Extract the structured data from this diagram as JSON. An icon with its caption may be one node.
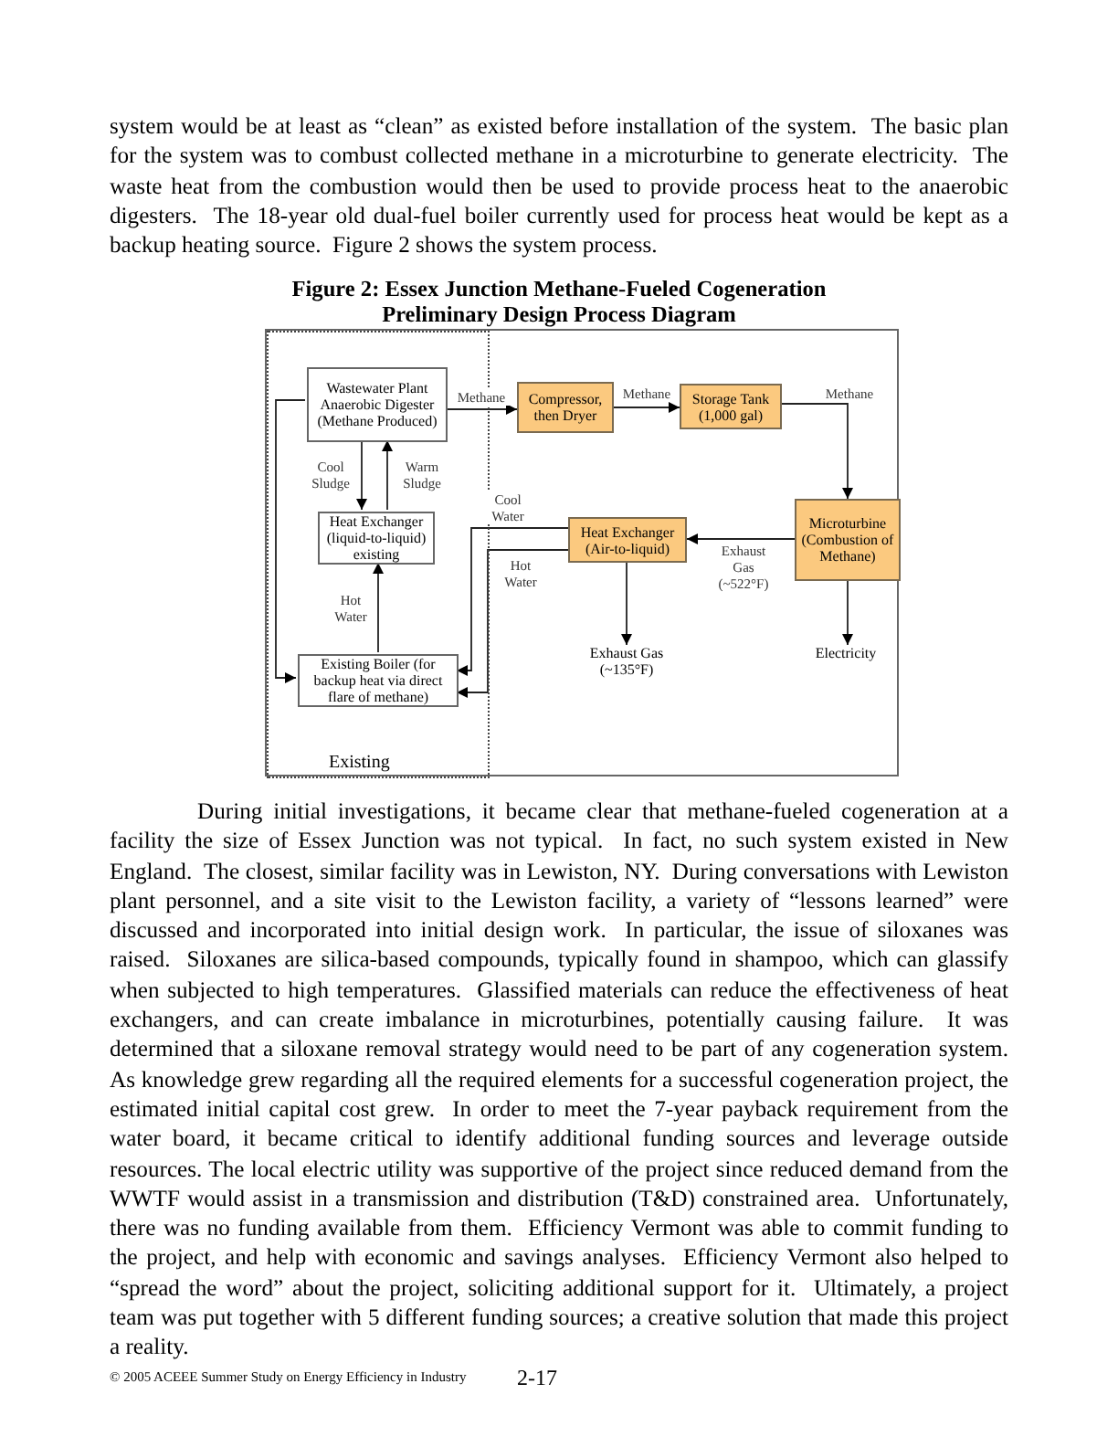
{
  "diagram": {
    "title": "Figure 2: Essex Junction Methane-Fueled Cogeneration Preliminary Design Process Diagram",
    "nodes": [
      {
        "text": [
          "Existing"
        ]
      },
      {
        "text": [
          "Wastewater Plant Anaerobic Digester (Methane Produced)"
        ],
        "in": 0
      },
      {
        "text": [
          "Compressor, then Dryer"
        ]
      },
      {
        "text": [
          "Storage Tank (1,000 gal)"
        ]
      },
      {
        "text": [
          "Heat Exchanger (liquid-to-liquid) existing"
        ],
        "in": 0
      },
      {
        "text": [
          "Heat Exchanger (Air-to-liquid)"
        ]
      },
      {
        "text": [
          "Microturbine (Combustion of Methane)"
        ]
      },
      {
        "text": [
          "Existing Boiler (for backup heat via direct flare of methane)"
        ],
        "in": 0
      },
      {
        "text": [
          "Exhaust Gas (~135°F)"
        ]
      },
      {
        "text": [
          "Electricity"
        ]
      }
    ],
    "edges": [
      {
        "from": 1,
        "to": 2,
        "arrow": "to",
        "label": "Methane"
      },
      {
        "from": 2,
        "to": 3,
        "arrow": "to",
        "label": "Methane"
      },
      {
        "from": 3,
        "to": 6,
        "arrow": "to",
        "label": "Methane"
      },
      {
        "from": 6,
        "to": 5,
        "arrow": "to",
        "label": "Exhaust Gas (~522°F)"
      },
      {
        "from": 5,
        "to": 8,
        "arrow": "to"
      },
      {
        "from": 6,
        "to": 9,
        "arrow": "to"
      },
      {
        "from": 5,
        "to": 7,
        "arrow": "to",
        "label": "Cool Water"
      },
      {
        "from": 5,
        "to": 7,
        "arrow": "to",
        "label": "Hot Water"
      },
      {
        "from": 1,
        "to": 4,
        "arrow": "to",
        "label": "Cool Sludge"
      },
      {
        "from": 4,
        "to": 1,
        "arrow": "to",
        "label": "Warm Sludge"
      },
      {
        "from": 7,
        "to": 4,
        "arrow": "to",
        "label": "Hot Water"
      },
      {
        "from": 1,
        "to": 7,
        "arrow": "to"
      }
    ],
    "labels": [
      "system would be at least as “clean” as existed before installation of the system.  The basic plan for the system was to combust collected methane in a microturbine to generate electricity.  The waste heat from the combustion would then be used to provide process heat to the anaerobic digesters.  The 18-year old dual-fuel boiler currently used for process heat would be kept as a backup heating source.  Figure 2 shows the system process.",
      "During initial investigations, it became clear that methane-fueled cogeneration at a facility the size of Essex Junction was not typical.  In fact, no such system existed in New England.  The closest, similar facility was in Lewiston, NY.  During conversations with Lewiston plant personnel, and a site visit to the Lewiston facility, a variety of “lessons learned” were discussed and incorporated into initial design work.  In particular, the issue of siloxanes was raised.  Siloxanes are silica-based compounds, typically found in shampoo, which can glassify when subjected to high temperatures.  Glassified materials can reduce the effectiveness of heat exchangers, and can create imbalance in microturbines, potentially causing failure.  It was determined that a siloxane removal strategy would need to be part of any cogeneration system.  As knowledge grew regarding all the required elements for a successful cogeneration project, the estimated initial capital cost grew.  In order to meet the 7-year payback requirement from the water board, it became critical to identify additional funding sources and leverage outside resources. The local electric utility was supportive of the project since reduced demand from the WWTF would assist in a transmission and distribution (T&D) constrained area.  Unfortunately, there was no funding available from them.  Efficiency Vermont was able to commit funding to the project, and help with economic and savings analyses.  Efficiency Vermont also helped to “spread the word” about the project, soliciting additional support for it.  Ultimately, a project team was put together with 5 different funding sources; a creative solution that made this project a reality.",
      "© 2005 ACEEE Summer Study on Energy Efficiency in Industry",
      "2-17"
    ]
  }
}
